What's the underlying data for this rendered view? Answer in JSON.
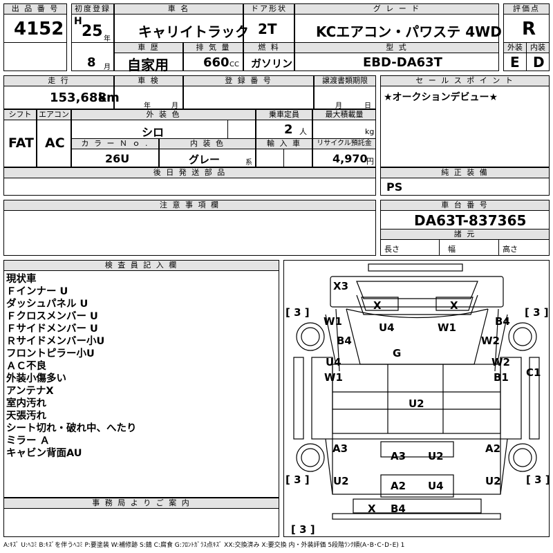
{
  "headers": {
    "lot_no": "出 品 番 号",
    "first_reg": "初度登録",
    "car_name": "車 名",
    "door": "ドア形状",
    "grade": "グ レ ー ド",
    "score": "評価点",
    "history": "車 歴",
    "displacement": "排 気 量",
    "fuel": "燃 料",
    "model": "型 式",
    "exterior_grade": "外装",
    "interior_grade": "内装",
    "mileage": "走 行",
    "inspection": "車 検",
    "reg_no": "登 録 番 号",
    "transfer_deadline": "譲渡書類期限",
    "sales_point": "セ ー ル ス ポ イ ン ト",
    "shift": "シフト",
    "aircon": "エアコン",
    "ext_color": "外 装 色",
    "capacity": "乗車定員",
    "max_load": "最大積載量",
    "color_no": "カ ラ ー Ｎ ｏ .",
    "int_color": "内 装 色",
    "import": "輸 入 車",
    "recycle": "リサイクル預託金",
    "later_parts": "後 日 発 送 部 品",
    "genuine_equipment": "純 正 装 備",
    "notes": "注 意 事 項 欄",
    "chassis_no": "車 台 番 号",
    "dimensions": "諸 元",
    "inspector_remarks": "検 査 員 記 入 欄",
    "office_info": "事 務 局 よ り ご 案 内"
  },
  "values": {
    "lot_no": "4152",
    "era": "H",
    "reg_year": "25",
    "year_unit": "年",
    "reg_month": "8",
    "month_unit": "月",
    "car_name": "キャリイトラック",
    "door": "2T",
    "grade": "KCエアコン・パワステ 4WD",
    "score": "R",
    "history": "自家用",
    "displacement": "660",
    "cc": "CC",
    "fuel": "ガソリン",
    "model": "EBD-DA63T",
    "exterior_grade": "E",
    "interior_grade": "D",
    "mileage": "153,688",
    "km": "km",
    "insp_year": "年",
    "insp_month": "月",
    "transfer_month": "月",
    "transfer_day": "日",
    "sales_point": "★オークションデビュー★",
    "shift": "FAT",
    "aircon": "AC",
    "ext_color": "シロ",
    "capacity": "2",
    "person": "人",
    "kg": "kg",
    "color_no": "26U",
    "int_color": "グレー",
    "kei": "系",
    "recycle": "4,970",
    "yen": "円",
    "genuine_equipment": "PS",
    "chassis_no": "DA63T-837365",
    "length_label": "長さ",
    "width_label": "幅",
    "height_label": "高さ"
  },
  "remarks": [
    "現状車",
    "Ｆインナー U",
    "ダッシュパネル U",
    "Ｆクロスメンバー U",
    "Ｆサイドメンバー U",
    "Ｒサイドメンバー小U",
    "フロントピラー小U",
    "ＡＣ不良",
    "外装小傷多い",
    "アンテナX",
    "室内汚れ",
    "天張汚れ",
    "シート切れ・破れ中、へたり",
    "ミラー Ａ",
    "キャビン背面AU"
  ],
  "diagram_marks": {
    "top_x3": "X3",
    "roof_left": "X",
    "roof_right": "X",
    "bracket_fl": "[ 3 ]",
    "bracket_fr": "[ 3 ]",
    "fl_w1": "W1",
    "fl_b4": "B4",
    "hood_u4": "U4",
    "hood_w1": "W1",
    "fr_b4": "B4",
    "fr_w2": "W2",
    "cab_g": "G",
    "l_u4": "U4",
    "l_w1": "W1",
    "r_w2": "W2",
    "r_b1": "B1",
    "r_c1": "C1",
    "bed_u2": "U2",
    "rl_a3": "A3",
    "bed_a3": "A3",
    "bed_u2b": "U2",
    "rr_a2": "A2",
    "bracket_rl": "[ 3 ]",
    "rl_u2": "U2",
    "tail_a2": "A2",
    "tail_u4": "U4",
    "rr_u2": "U2",
    "bracket_rr": "[ 3 ]",
    "rear_x": "X",
    "rear_b4": "B4",
    "bracket_rear": "[ 3 ]"
  },
  "legend": "A:ｷｽﾞ U:ﾍｺﾐ B:ｷｽﾞを伴うﾍｺﾐ P:要塗装 W:補修跡 S:錆 C:腐食 G:ﾌﾛﾝﾄｶﾞﾗｽ点ｷｽﾞ XX:交換済み X:要交換 内・外装評価 5段階ﾗﾝｸ順(A･B･C･D･E) 1"
}
